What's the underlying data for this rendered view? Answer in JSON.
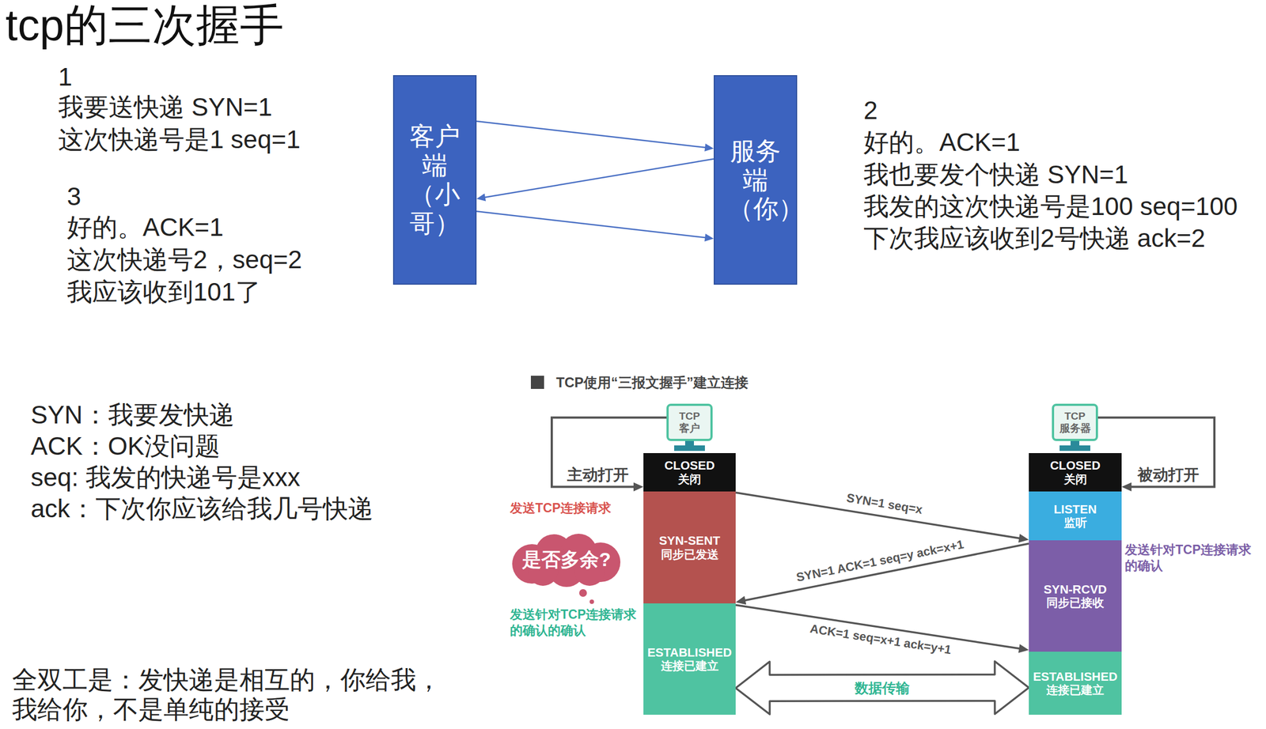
{
  "diagram": {
    "title": "tcp的三次握手",
    "nodes": [
      {
        "text": [
          "客户端（小哥）"
        ]
      },
      {
        "text": [
          "服务端（你）"
        ]
      },
      {
        "text": [
          "TCP 客户"
        ]
      },
      {
        "text": [
          "TCP 服务器"
        ]
      },
      {
        "text": [
          "CLOSED",
          "关闭"
        ]
      },
      {
        "text": [
          "SYN-SENT",
          "同步已发送"
        ]
      },
      {
        "text": [
          "ESTABLISHED",
          "连接已建立"
        ]
      },
      {
        "text": [
          "CLOSED",
          "关闭"
        ]
      },
      {
        "text": [
          "LISTEN",
          "监听"
        ]
      },
      {
        "text": [
          "SYN-RCVD",
          "同步已接收"
        ]
      },
      {
        "text": [
          "ESTABLISHED",
          "连接已建立"
        ]
      },
      {
        "text": [
          "是否多余?"
        ]
      }
    ],
    "edges": [
      {
        "from": 0,
        "to": 1,
        "arrow": "to"
      },
      {
        "from": 1,
        "to": 0,
        "arrow": "to"
      },
      {
        "from": 0,
        "to": 1,
        "arrow": "to"
      },
      {
        "from": 2,
        "to": 4,
        "arrow": "to",
        "label": "主动打开"
      },
      {
        "from": 3,
        "to": 7,
        "arrow": "to",
        "label": "被动打开"
      },
      {
        "from": 5,
        "to": 8,
        "arrow": "to",
        "label": "SYN=1 seq=x"
      },
      {
        "from": 9,
        "to": 5,
        "arrow": "to",
        "label": "SYN=1 ACK=1 seq=y ack=x+1"
      },
      {
        "from": 6,
        "to": 9,
        "arrow": "to",
        "label": "ACK=1 seq=x+1 ack=y+1"
      },
      {
        "from": 6,
        "to": 10,
        "arrow": "both",
        "label": "数据传输"
      }
    ],
    "labels": [
      "1",
      "我要送快递 SYN=1",
      "这次快递号是1 seq=1",
      "3",
      "好的。ACK=1",
      "这次快递号2，seq=2",
      "我应该收到101了",
      "2",
      "好的。ACK=1",
      "我也要发个快递 SYN=1",
      "我发的这次快递号是100 seq=100",
      "下次我应该收到2号快递 ack=2",
      "SYN：我要发快递",
      "ACK：OK没问题",
      "seq: 我发的快递号是xxx",
      "ack：下次你应该给我几号快递",
      "全双工是：发快递是相互的，你给我，我给你，不是单纯的接受",
      "TCP使用“三报文握手”建立连接",
      "发送TCP连接请求",
      "发送针对TCP连接请求的确认",
      "发送针对TCP连接请求的确认的确认"
    ]
  }
}
